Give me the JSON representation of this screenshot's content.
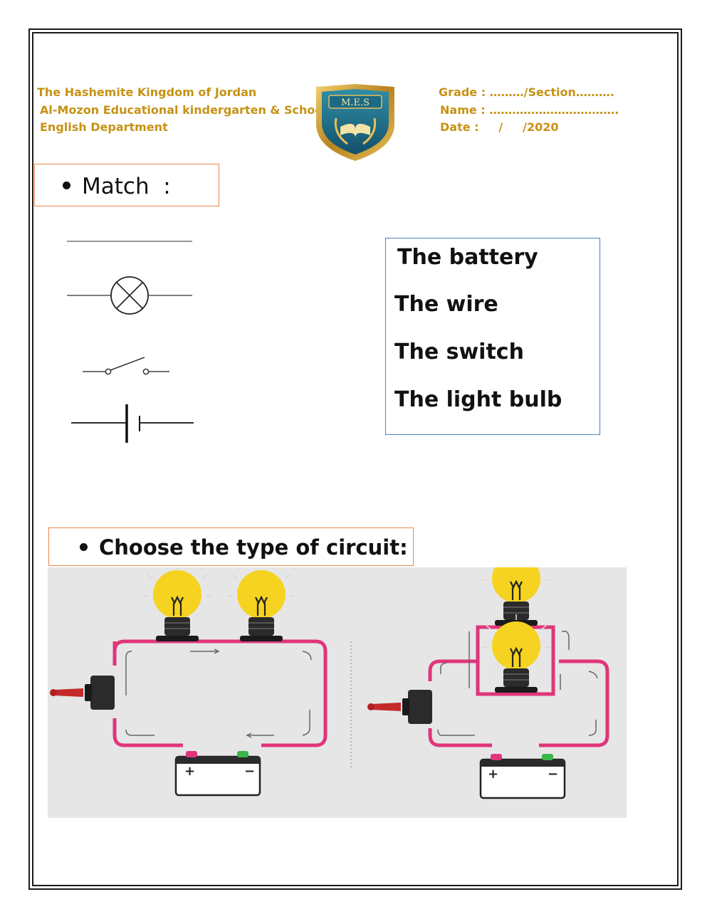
{
  "header": {
    "left_lines": [
      "The Hashemite Kingdom of Jordan",
      "Al-Mozon Educational kindergarten & School",
      "English Department"
    ],
    "right_lines": [
      "Grade : ………/Section……….",
      "Name : …………………………….",
      "Date :     /     /2020"
    ],
    "logo_text": "M.E.S"
  },
  "match": {
    "title": "Match  :",
    "symbols": [
      "wire-symbol",
      "light-bulb-symbol",
      "switch-symbol",
      "battery-symbol"
    ],
    "words": [
      "The battery",
      "The wire",
      "The switch",
      "The light bulb"
    ]
  },
  "circuit_section": {
    "title": "Choose the type of circuit:",
    "battery_plus": "+",
    "battery_minus": "−"
  },
  "colors": {
    "header_gold": "#c69214",
    "box_orange": "#e8874a",
    "box_blue": "#4a7fc0",
    "wire_pink": "#e0357a",
    "bulb_yellow": "#f5d320",
    "panel_gray": "#e6e6e6"
  }
}
